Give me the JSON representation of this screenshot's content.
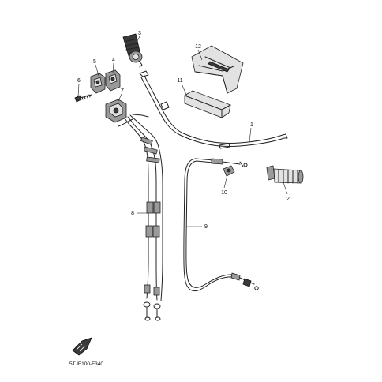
{
  "diagram": {
    "code": "5TJE100-F340",
    "callouts": [
      "1",
      "2",
      "3",
      "4",
      "5",
      "6",
      "7",
      "8",
      "9",
      "10",
      "11",
      "12"
    ]
  }
}
